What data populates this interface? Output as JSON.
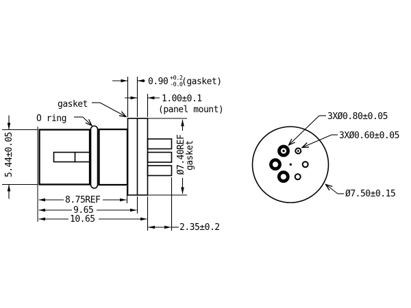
{
  "drawing": {
    "type": "engineering-drawing",
    "units_colors": {
      "line": "#000000",
      "background": "#ffffff"
    },
    "side_view": {
      "gasket_label": "gasket",
      "o_ring_label": "O ring",
      "dim_gasket_value": "0.90",
      "dim_gasket_tol_plus": "+0.2",
      "dim_gasket_tol_minus": "-0.0",
      "dim_gasket_suffix": "(gasket)",
      "dim_panel_value": "1.00±0.1",
      "dim_panel_suffix": "(panel mount)",
      "dim_body_height": "5.44±0.05",
      "dim_gasket_diameter": "Ø7.40REF",
      "dim_gasket_diameter_label": "gasket",
      "dim_body_length": "8.75REF",
      "dim_length_to_gasket": "9.65",
      "dim_length_to_panel": "10.65",
      "dim_rear_length": "2.35±0.2"
    },
    "end_view": {
      "dim_large_holes": "3XØ0.80±0.05",
      "dim_small_holes": "3XØ0.60±0.05",
      "dim_outer_diameter": "Ø7.50±0.15"
    }
  }
}
